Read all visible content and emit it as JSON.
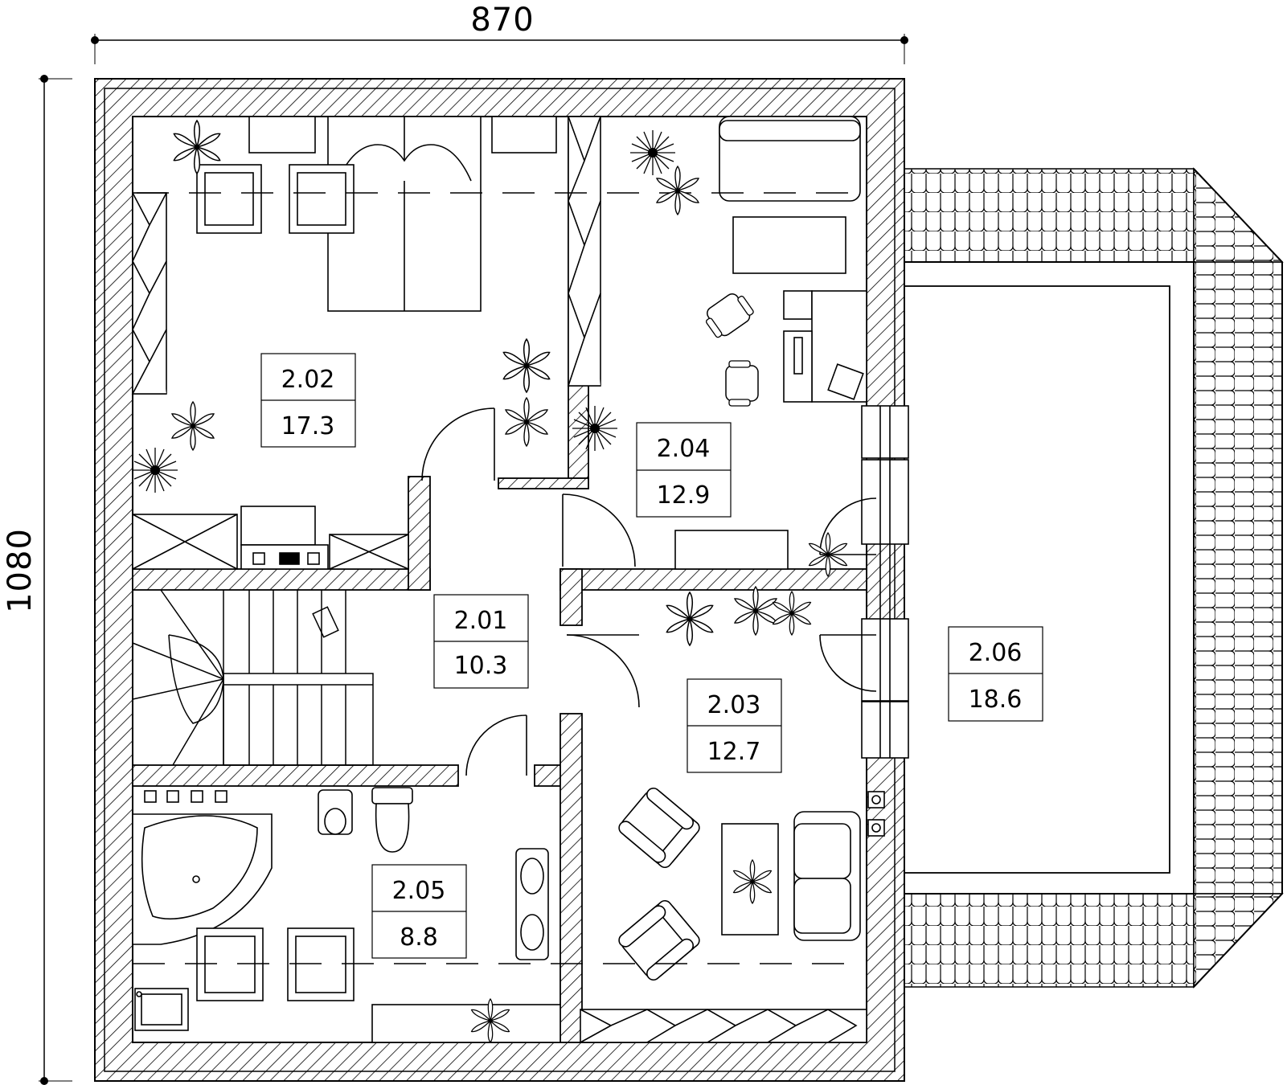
{
  "dimensions": {
    "width": "870",
    "height": "1080"
  },
  "rooms": [
    {
      "id": "2.01",
      "area": "10.3"
    },
    {
      "id": "2.02",
      "area": "17.3"
    },
    {
      "id": "2.03",
      "area": "12.7"
    },
    {
      "id": "2.04",
      "area": "12.9"
    },
    {
      "id": "2.05",
      "area": "8.8"
    },
    {
      "id": "2.06",
      "area": "18.6"
    }
  ]
}
